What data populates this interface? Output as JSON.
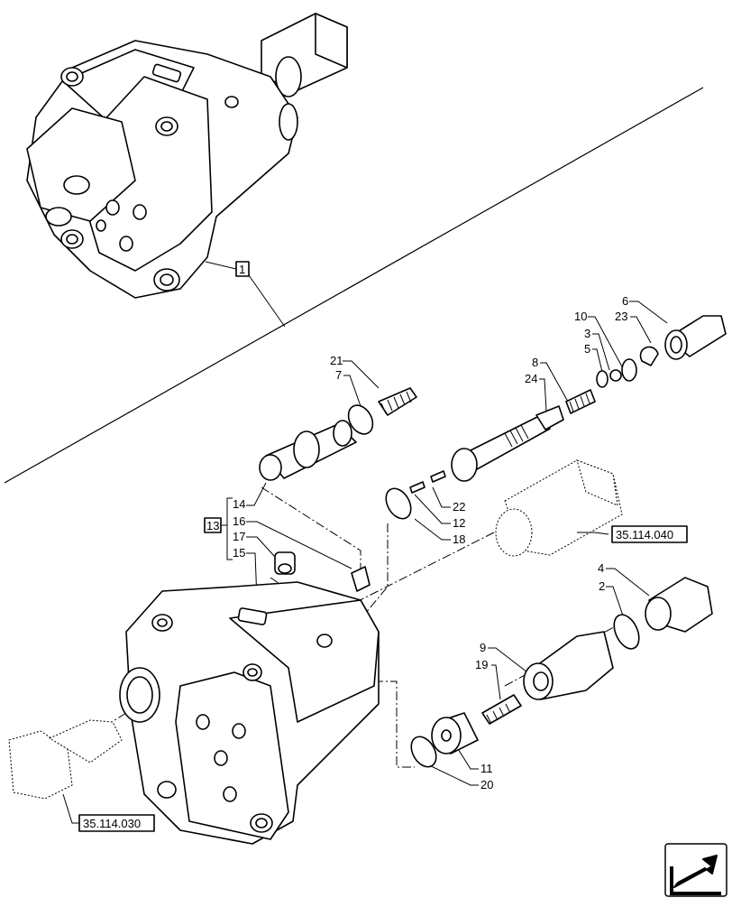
{
  "diagram": {
    "callouts": {
      "c1": "1",
      "c2": "2",
      "c3": "3",
      "c4": "4",
      "c5": "5",
      "c6": "6",
      "c7": "7",
      "c8": "8",
      "c9": "9",
      "c10": "10",
      "c11": "11",
      "c12": "12",
      "c13": "13",
      "c14": "14",
      "c15": "15",
      "c16": "16",
      "c17": "17",
      "c18": "18",
      "c19": "19",
      "c20": "20",
      "c21": "21",
      "c22": "22",
      "c23": "23",
      "c24": "24"
    },
    "references": {
      "ref_040": "35.114.040",
      "ref_030": "35.114.030"
    },
    "nav_icon": "arrow-next-icon"
  }
}
